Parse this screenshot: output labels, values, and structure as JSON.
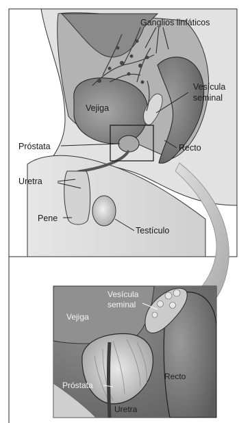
{
  "top_panel": {
    "labels": {
      "lymph_nodes": "Ganglios linfáticos",
      "seminal_vesicle_line1": "Vesícula",
      "seminal_vesicle_line2": "seminal",
      "bladder": "Vejiga",
      "prostate": "Próstata",
      "rectum": "Recto",
      "urethra": "Uretra",
      "penis": "Pene",
      "testicle": "Testículo"
    }
  },
  "bottom_panel": {
    "labels": {
      "seminal_vesicle_line1": "Vesícula",
      "seminal_vesicle_line2": "seminal",
      "bladder": "Vejiga",
      "prostate": "Próstata",
      "rectum": "Recto",
      "urethra": "Uretra"
    }
  },
  "colors": {
    "tissue_light": "#d6d6d6",
    "tissue_mid": "#9c9c9c",
    "tissue_dark": "#5a5a5a",
    "outline": "#1e1e1e",
    "arrow": "#bdbdbd"
  }
}
